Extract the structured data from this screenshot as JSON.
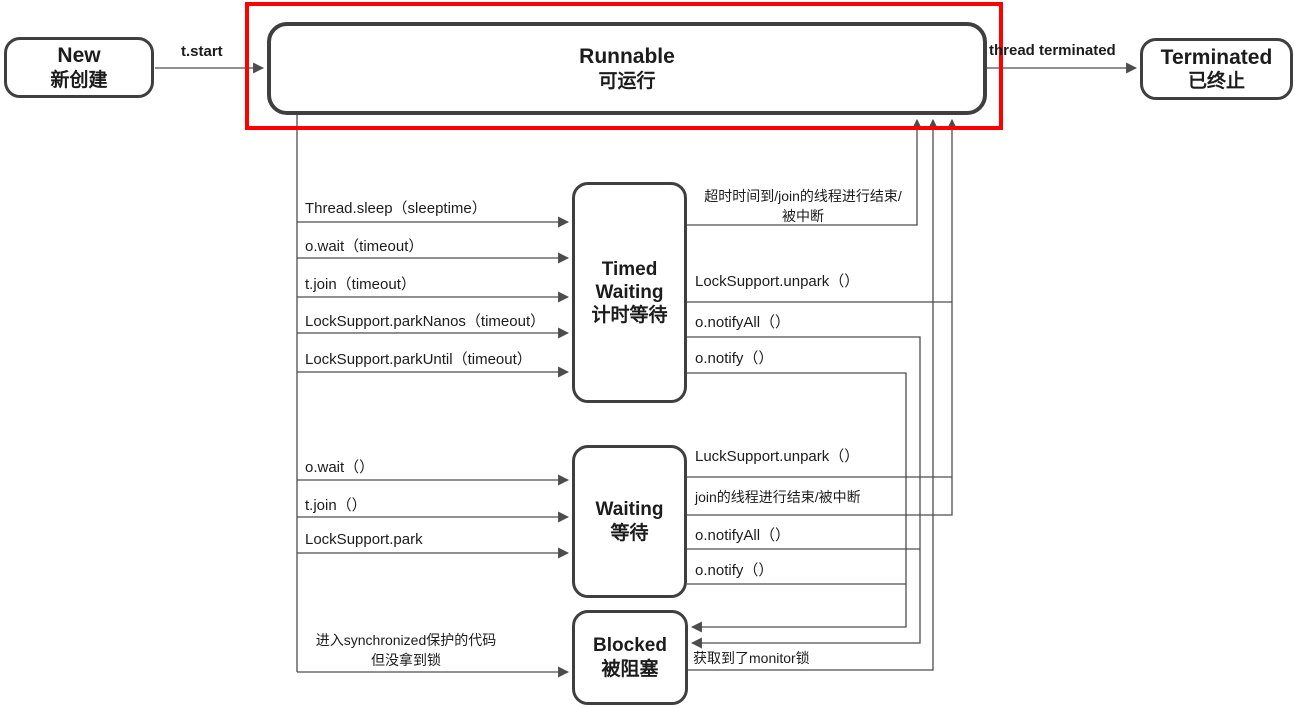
{
  "states": {
    "new": {
      "en": "New",
      "zh": "新创建"
    },
    "runnable": {
      "en": "Runnable",
      "zh": "可运行"
    },
    "terminated": {
      "en": "Terminated",
      "zh": "已终止"
    },
    "timed_waiting": {
      "en": "Timed Waiting",
      "zh": "计时等待"
    },
    "waiting": {
      "en": "Waiting",
      "zh": "等待"
    },
    "blocked": {
      "en": "Blocked",
      "zh": "被阻塞"
    }
  },
  "edges": {
    "t_start": "t.start",
    "thread_terminated": "thread terminated",
    "thread_sleep": "Thread.sleep（sleeptime）",
    "o_wait_timeout": "o.wait（timeout）",
    "t_join_timeout": "t.join（timeout）",
    "park_nanos": "LockSupport.parkNanos（timeout）",
    "park_until": "LockSupport.parkUntil（timeout）",
    "timeout_return_line1": "超时时间到/join的线程进行结束/",
    "timeout_return_line2": "被中断",
    "tw_unpark": "LockSupport.unpark（）",
    "tw_notify_all": "o.notifyAll（）",
    "tw_notify": "o.notify（）",
    "o_wait": "o.wait（）",
    "t_join": "t.join（）",
    "lock_park": "LockSupport.park",
    "w_unpark": "LuckSupport.unpark（）",
    "w_join_end": "join的线程进行结束/被中断",
    "w_notify_all": "o.notifyAll（）",
    "w_notify": "o.notify（）",
    "enter_sync_line1": "进入synchronized保护的代码",
    "enter_sync_line2": "但没拿到锁",
    "got_monitor": "获取到了monitor锁"
  },
  "colors": {
    "highlight": "#fe0000",
    "box_border": "#3f3f3f",
    "line": "#4d4d4d",
    "text": "#1c1c1c",
    "background": "#ffffff"
  }
}
